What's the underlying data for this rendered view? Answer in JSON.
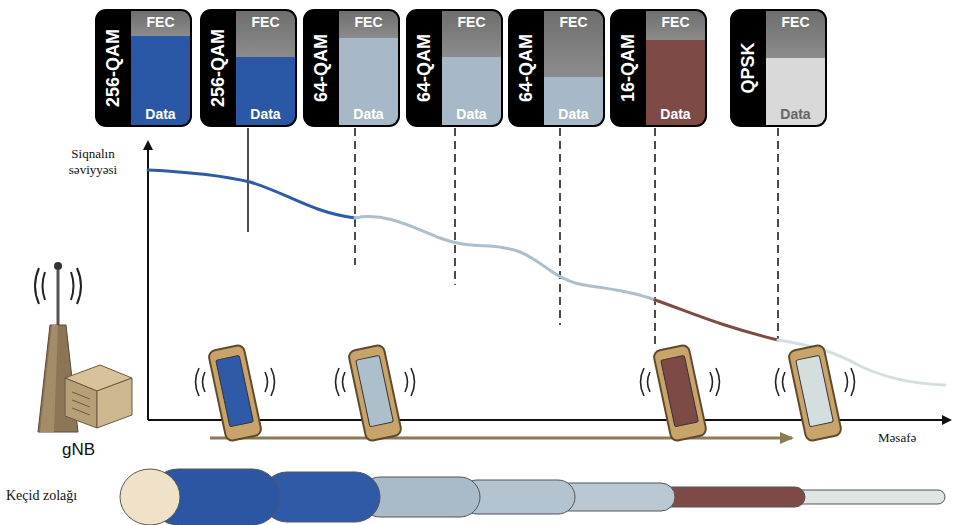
{
  "diagram": {
    "nodes": [
      {
        "text": [
          "256-QAM",
          "FEC",
          "Data"
        ]
      },
      {
        "text": [
          "256-QAM",
          "FEC",
          "Data"
        ]
      },
      {
        "text": [
          "64-QAM",
          "FEC",
          "Data"
        ]
      },
      {
        "text": [
          "64-QAM",
          "FEC",
          "Data"
        ]
      },
      {
        "text": [
          "64-QAM",
          "FEC",
          "Data"
        ]
      },
      {
        "text": [
          "16-QAM",
          "FEC",
          "Data"
        ]
      },
      {
        "text": [
          "QPSK",
          "FEC",
          "Data"
        ]
      }
    ],
    "labels": [
      "Siqnalın səviyyəsi",
      "gNB",
      "Məsafə",
      "Keçid zolağı"
    ]
  }
}
